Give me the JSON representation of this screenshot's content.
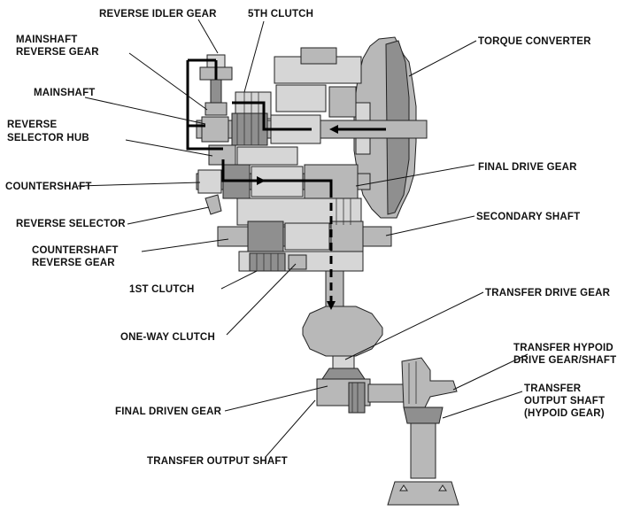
{
  "labels": {
    "reverse_idler_gear": "REVERSE IDLER GEAR",
    "fifth_clutch": "5TH CLUTCH",
    "mainshaft_reverse_gear_1": "MAINSHAFT",
    "mainshaft_reverse_gear_2": "REVERSE GEAR",
    "torque_converter": "TORQUE CONVERTER",
    "mainshaft": "MAINSHAFT",
    "reverse_selector_hub_1": "REVERSE",
    "reverse_selector_hub_2": "SELECTOR HUB",
    "final_drive_gear": "FINAL DRIVE GEAR",
    "countershaft": "COUNTERSHAFT",
    "reverse_selector": "REVERSE SELECTOR",
    "secondary_shaft": "SECONDARY SHAFT",
    "countershaft_reverse_gear_1": "COUNTERSHAFT",
    "countershaft_reverse_gear_2": "REVERSE GEAR",
    "first_clutch": "1ST CLUTCH",
    "transfer_drive_gear": "TRANSFER DRIVE GEAR",
    "one_way_clutch": "ONE-WAY CLUTCH",
    "transfer_hypoid_1": "TRANSFER HYPOID",
    "transfer_hypoid_2": "DRIVE GEAR/SHAFT",
    "transfer_output_hypoid_1": "TRANSFER",
    "transfer_output_hypoid_2": "OUTPUT SHAFT",
    "transfer_output_hypoid_3": "(HYPOID GEAR)",
    "final_driven_gear": "FINAL DRIVEN GEAR",
    "transfer_output_shaft": "TRANSFER OUTPUT SHAFT"
  },
  "colors": {
    "ink": "#111111",
    "metal": "#b8b8b8",
    "metal_dark": "#8f8f8f",
    "metal_light": "#d6d6d6",
    "background": "#ffffff"
  }
}
